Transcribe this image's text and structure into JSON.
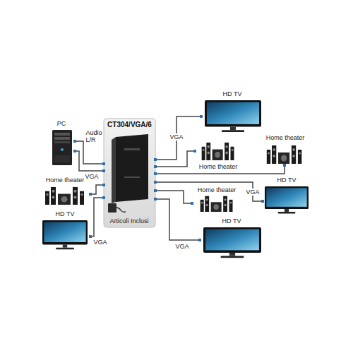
{
  "diagram": {
    "nodes": [
      {
        "text": [
          "PC"
        ]
      },
      {
        "text": [
          "HD TV"
        ]
      },
      {
        "text": [
          "CT304/VGA/6"
        ]
      },
      {
        "text": [
          "Home theater"
        ]
      },
      {
        "text": [
          "Home theater"
        ]
      },
      {
        "text": [
          "Home theater"
        ]
      },
      {
        "text": [
          "HD TV"
        ]
      },
      {
        "text": [
          "Home theater"
        ]
      },
      {
        "text": [
          "HD TV"
        ]
      },
      {
        "text": [
          "HD TV"
        ]
      }
    ],
    "edges": [
      {
        "from": 0,
        "to": 2,
        "label": "Audio L/R",
        "arrow": "none"
      },
      {
        "from": 0,
        "to": 2,
        "label": "VGA",
        "arrow": "none"
      },
      {
        "from": 2,
        "to": 1,
        "label": "VGA",
        "arrow": "none"
      },
      {
        "from": 2,
        "to": 4,
        "arrow": "none"
      },
      {
        "from": 2,
        "to": 3,
        "arrow": "none"
      },
      {
        "from": 2,
        "to": 6,
        "label": "VGA",
        "arrow": "none"
      },
      {
        "from": 2,
        "to": 7,
        "arrow": "none"
      },
      {
        "from": 2,
        "to": 9,
        "label": "VGA",
        "arrow": "none"
      },
      {
        "from": 2,
        "to": 5,
        "arrow": "none"
      },
      {
        "from": 2,
        "to": 8,
        "label": "VGA",
        "arrow": "none"
      }
    ],
    "labels": [
      "Articoli Inclusi"
    ]
  }
}
